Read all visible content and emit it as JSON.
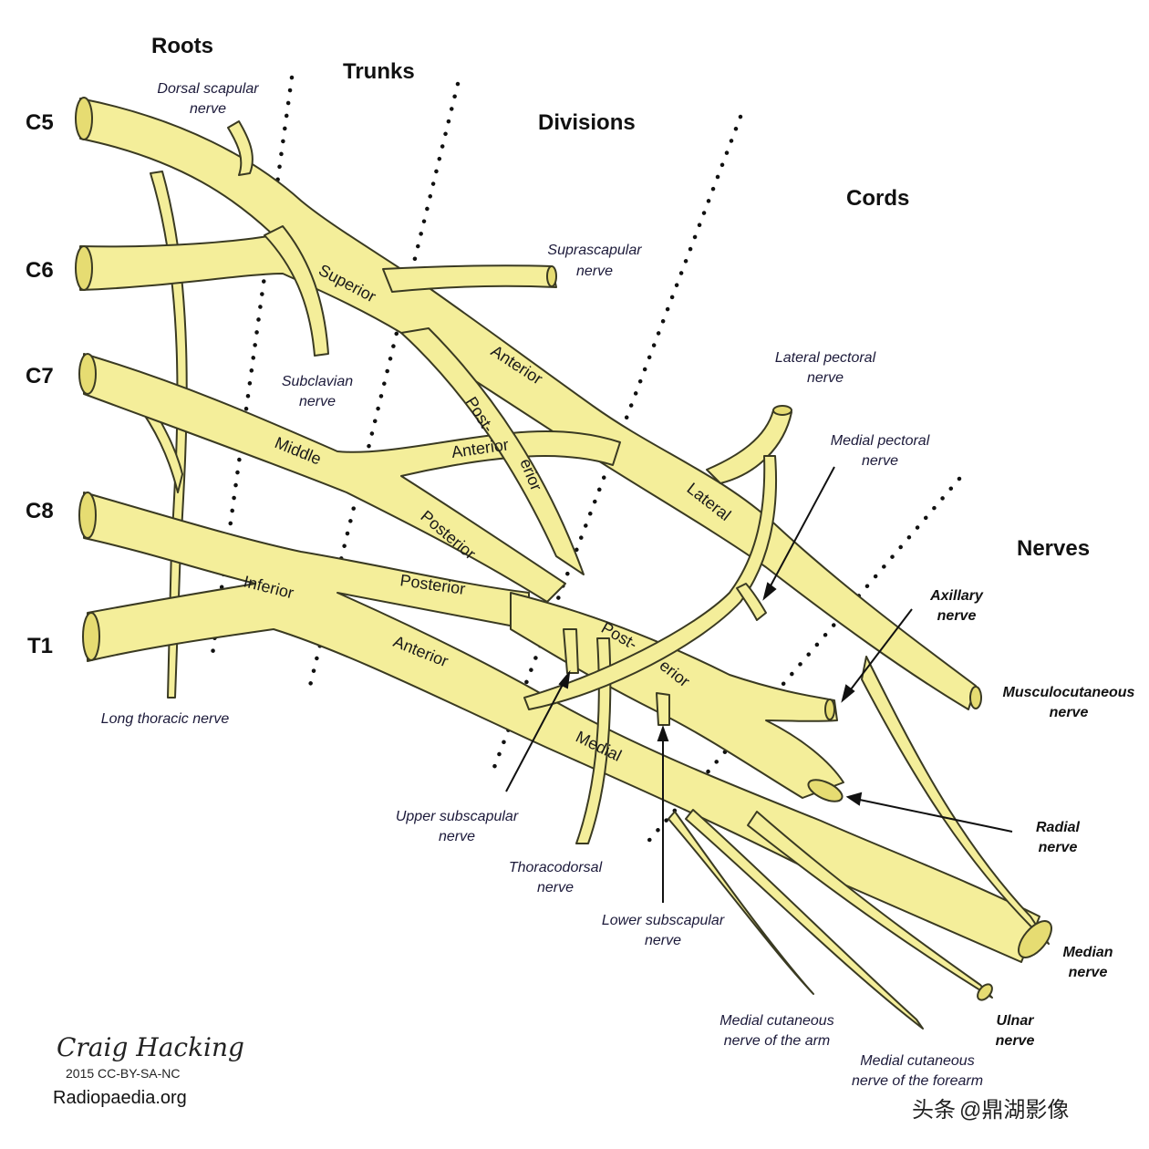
{
  "headers": {
    "roots": "Roots",
    "trunks": "Trunks",
    "divisions": "Divisions",
    "cords": "Cords",
    "nerves": "Nerves"
  },
  "roots": [
    "C5",
    "C6",
    "C7",
    "C8",
    "T1"
  ],
  "branch_labels": {
    "dorsal_scapular": [
      "Dorsal scapular",
      "nerve"
    ],
    "suprascapular": [
      "Suprascapular",
      "nerve"
    ],
    "subclavian": [
      "Subclavian",
      "nerve"
    ],
    "long_thoracic": "Long thoracic nerve",
    "lateral_pectoral": [
      "Lateral pectoral",
      "nerve"
    ],
    "medial_pectoral": [
      "Medial pectoral",
      "nerve"
    ],
    "upper_subscapular": [
      "Upper subscapular",
      "nerve"
    ],
    "thoracodorsal": [
      "Thoracodorsal",
      "nerve"
    ],
    "lower_subscapular": [
      "Lower subscapular",
      "nerve"
    ],
    "medial_cut_arm": [
      "Medial cutaneous",
      "nerve of the arm"
    ],
    "medial_cut_forearm": [
      "Medial cutaneous",
      "nerve of the forearm"
    ]
  },
  "terminal_labels": {
    "axillary": [
      "Axillary",
      "nerve"
    ],
    "musculocutaneous": [
      "Musculocutaneous",
      "nerve"
    ],
    "radial": [
      "Radial",
      "nerve"
    ],
    "median": [
      "Median",
      "nerve"
    ],
    "ulnar": [
      "Ulnar",
      "nerve"
    ]
  },
  "segment_labels": {
    "superior": "Superior",
    "middle": "Middle",
    "inferior": "Inferior",
    "anterior_1": "Anterior",
    "posterior_1": "Post-",
    "posterior_1b": "erior",
    "anterior_2": "Anterior",
    "posterior_2": "Posterior",
    "posterior_3": "Posterior",
    "anterior_3": "Anterior",
    "lateral": "Lateral",
    "posterior_cord": "Post-",
    "posterior_cord_b": "erior",
    "medial": "Medial"
  },
  "credit": {
    "author": "Craig Hacking",
    "license": "2015 CC-BY-SA-NC",
    "site": "Radiopaedia.org"
  },
  "watermark": {
    "prefix": "头条",
    "handle": "@鼎湖影像"
  },
  "colors": {
    "nerve_fill": "#F4EE9A",
    "nerve_stroke": "#3A3A22",
    "nerve_shade": "#E6DC72",
    "background": "#FFFFFF"
  }
}
